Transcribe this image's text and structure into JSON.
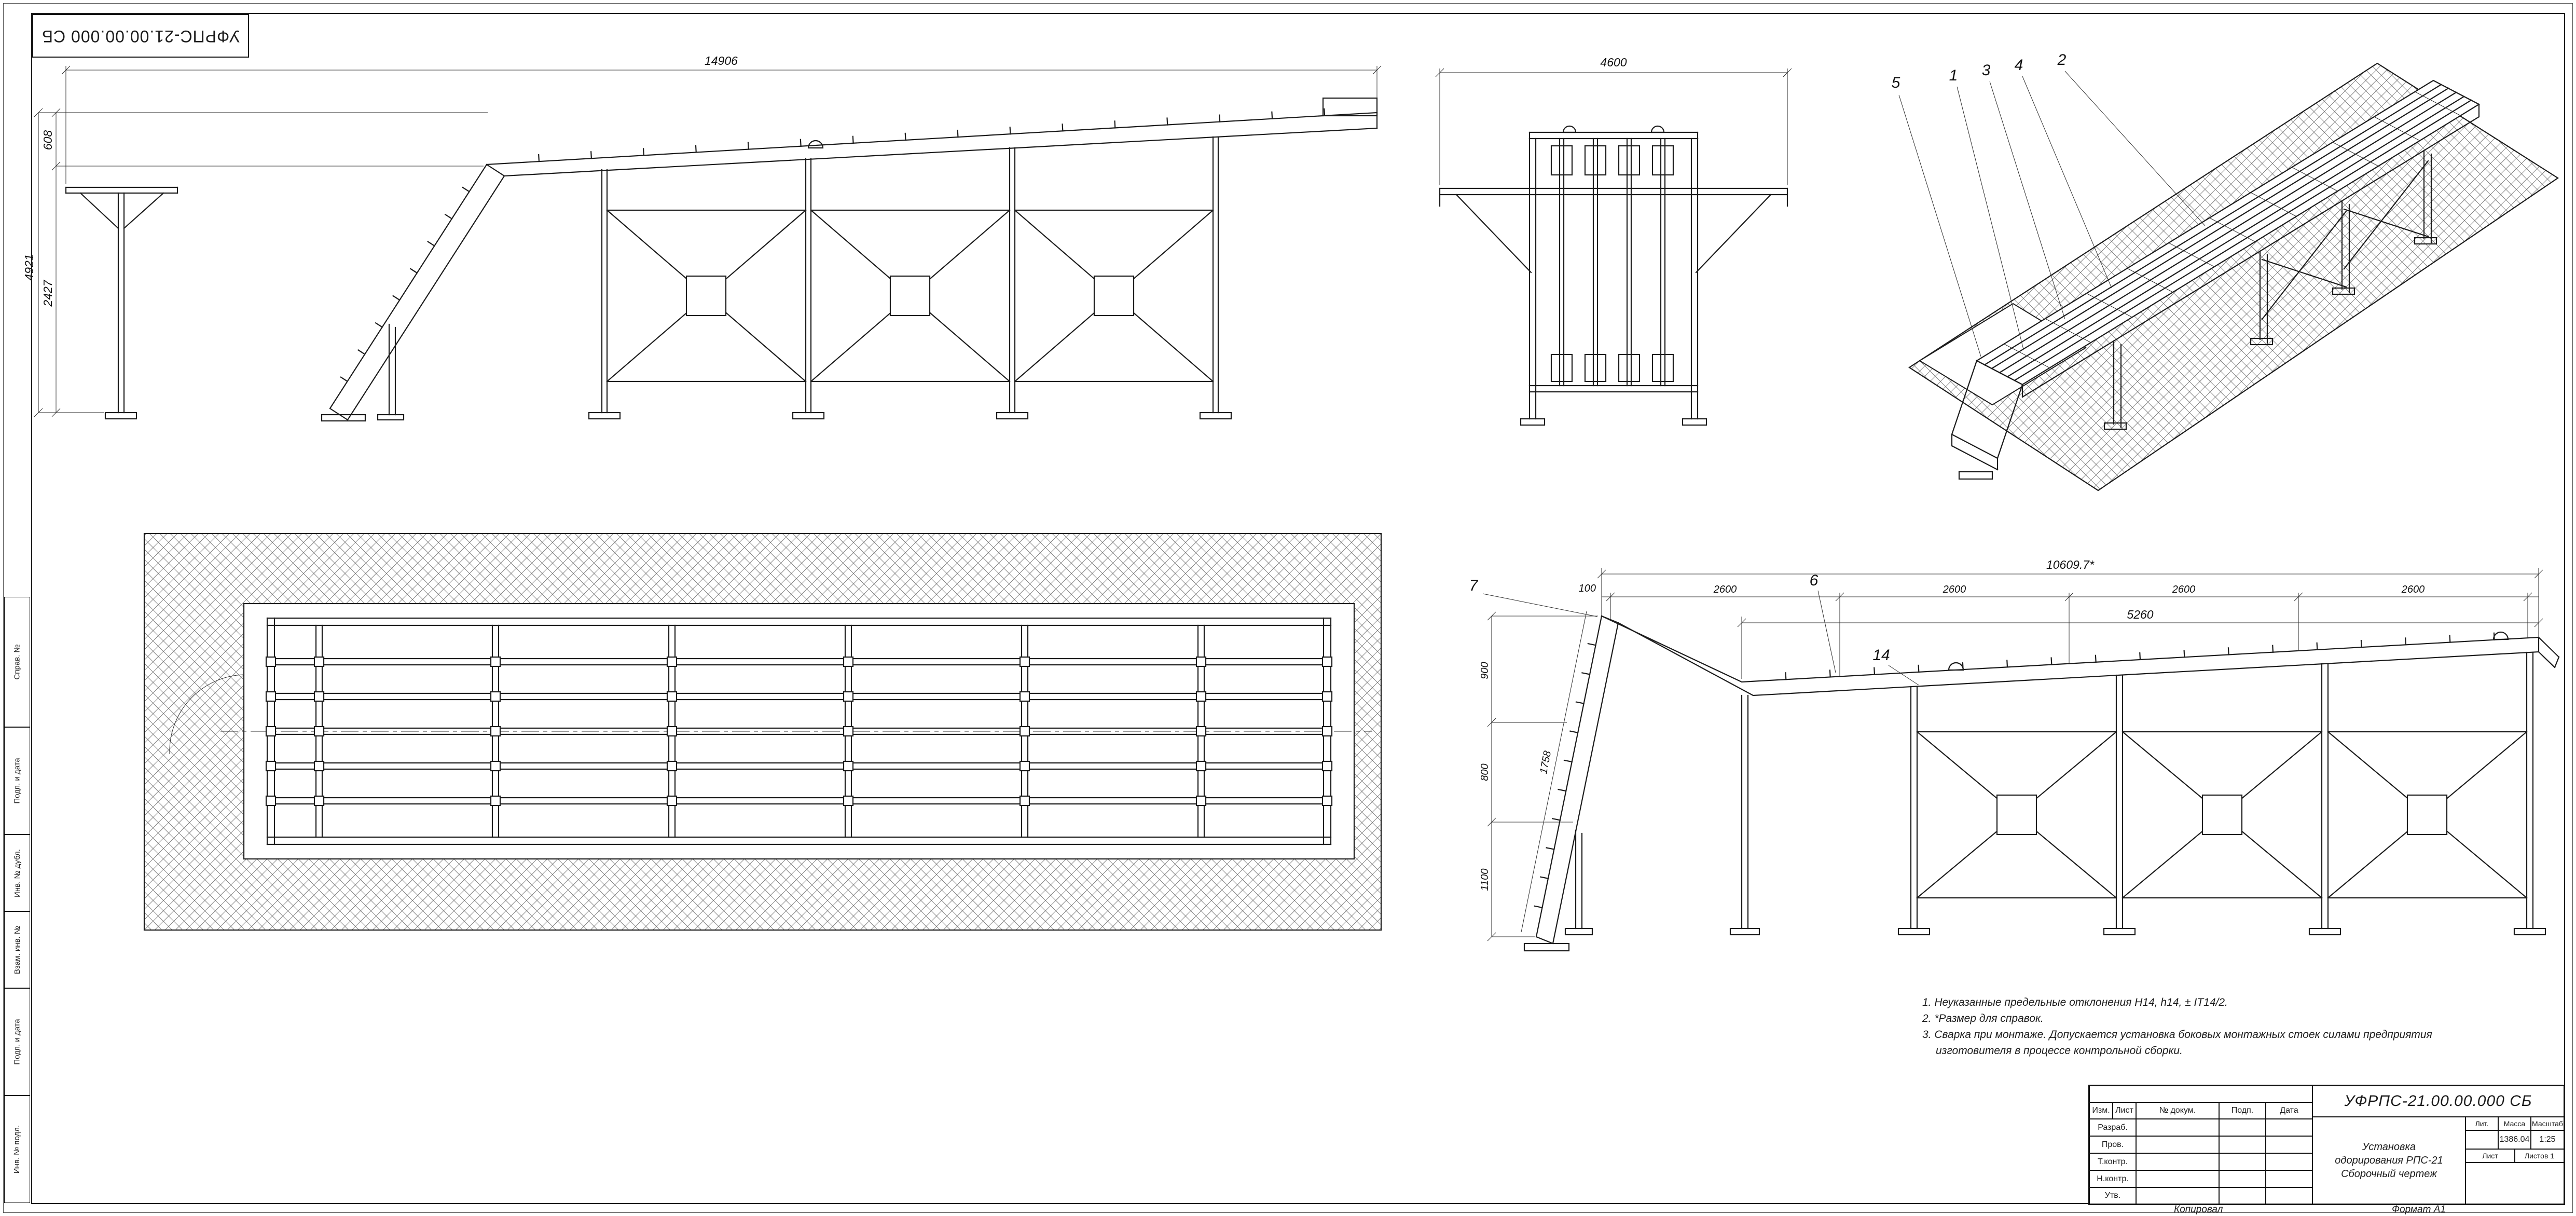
{
  "sheet": {
    "code": "УФРПС-21.00.00.000 СБ",
    "footer_copy": "Копировал",
    "footer_format": "Формат А1"
  },
  "margin_stamps": {
    "s1": "Инв. № подл.",
    "s2": "Подп. и дата",
    "s3": "Взам. инв. №",
    "s4": "Инв. № дубл.",
    "s5": "Подп. и дата",
    "s6": "Справ. №"
  },
  "views": {
    "side": {
      "dim_total": "14906",
      "dim_h1": "4921",
      "dim_h2": "2427",
      "dim_h3": "608"
    },
    "end": {
      "dim_width": "4600"
    },
    "iso": {
      "pos1": "5",
      "pos2": "1",
      "pos3": "3",
      "pos4": "4",
      "pos5": "2"
    },
    "dimside": {
      "dim_total": "10609.7*",
      "seg0": "100",
      "seg1": "2600",
      "seg2": "2600",
      "seg3": "2600",
      "seg4": "2600",
      "dim_deck": "5260",
      "dim_chute": "1758",
      "dim_v1": "900",
      "dim_v2": "800",
      "dim_v3": "1100",
      "c7": "7",
      "c6": "6",
      "c14": "14"
    }
  },
  "notes": {
    "n1": "1. Неуказанные предельные отклонения Н14, h14, ± IT14/2.",
    "n2": "2. *Размер для справок.",
    "n3a": "3. Сварка при монтаже. Допускается установка боковых монтажных стоек силами предприятия",
    "n3b": "изготовителя в процессе контрольной сборки."
  },
  "title_block": {
    "code": "УФРПС-21.00.00.000 СБ",
    "name1": "Установка",
    "name2": "одорирования РПС-21",
    "name3": "Сборочный чертеж",
    "col_izm": "Изм.",
    "col_list": "Лист",
    "col_dok": "№ докум.",
    "col_podp": "Подп.",
    "col_data": "Дата",
    "r1": "Разраб.",
    "r2": "Пров.",
    "r3": "Т.контр.",
    "r4": "Н.контр.",
    "r5": "Утв.",
    "lit": "Лит.",
    "mass_label": "Масса",
    "scale_label": "Масштаб",
    "mass": "1386.04",
    "scale": "1:25",
    "sheet_label": "Лист",
    "sheets_label": "Листов 1"
  }
}
